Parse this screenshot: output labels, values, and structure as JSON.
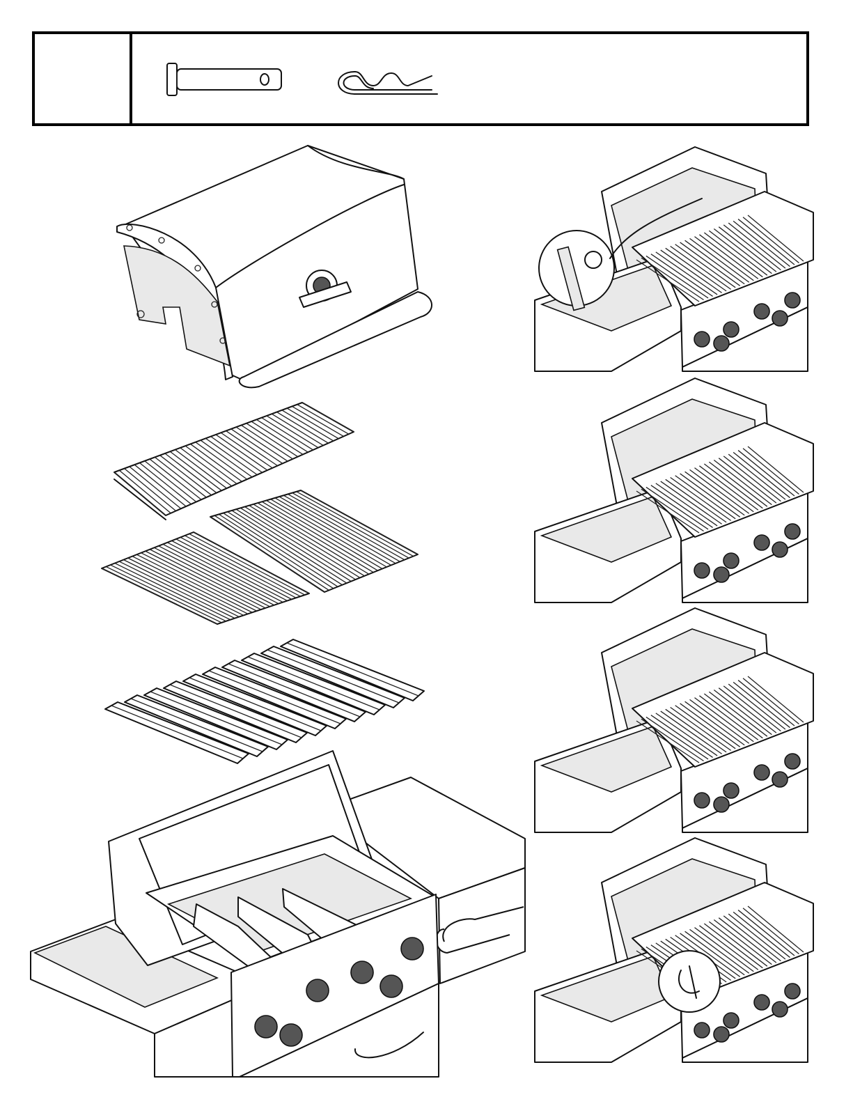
{
  "page": {
    "step_label": "",
    "hardware": [
      "clevis-pin-icon",
      "hair-pin-clip-icon"
    ]
  },
  "main_illustration": {
    "parts": [
      "lid-icon",
      "warming-rack-icon",
      "cooking-grid-icon",
      "flavorizer-bar-icon",
      "grill-base-icon"
    ]
  },
  "step_views": [
    {
      "name": "step-view-warming-rack",
      "detail": "pin-detail-icon"
    },
    {
      "name": "step-view-cooking-grids",
      "detail": ""
    },
    {
      "name": "step-view-flavor-bars",
      "detail": ""
    },
    {
      "name": "step-view-burners",
      "detail": "ignitor-detail-icon"
    }
  ]
}
